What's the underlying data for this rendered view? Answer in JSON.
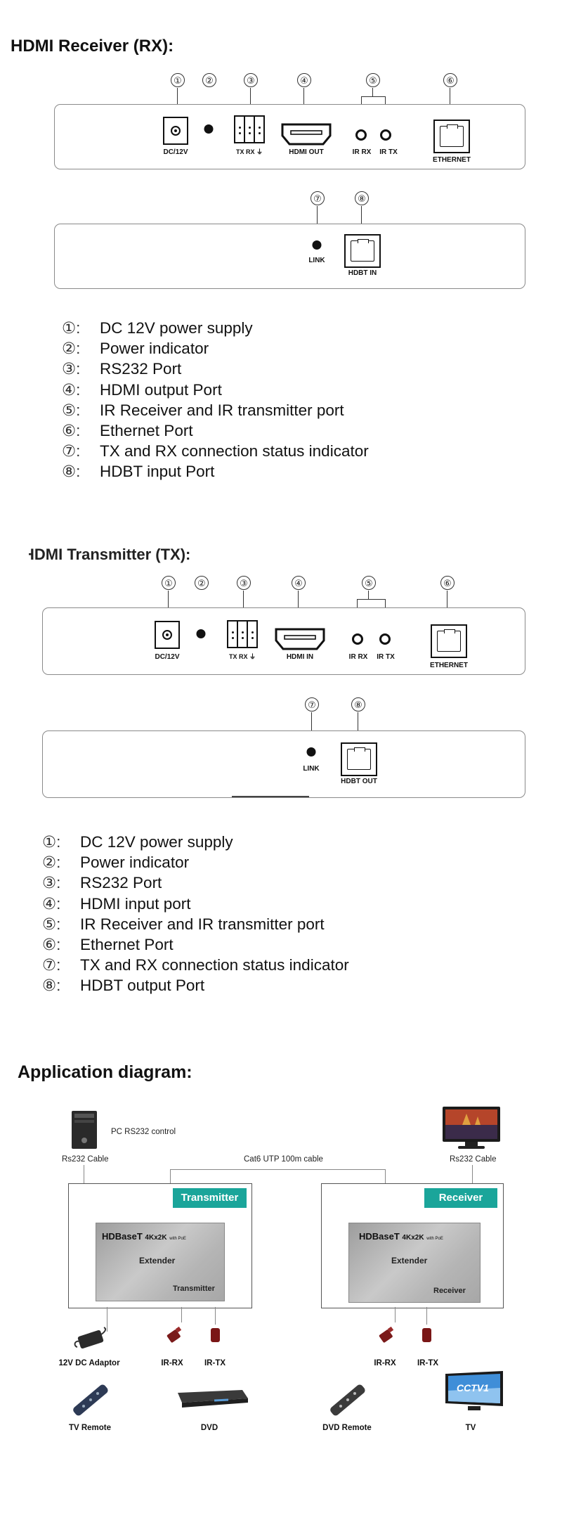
{
  "rx": {
    "title": "HDMI Receiver (RX):",
    "numbers": [
      "①",
      "②",
      "③",
      "④",
      "⑤",
      "⑥",
      "⑦",
      "⑧"
    ],
    "ports": {
      "dc": "DC/12V",
      "txrx": "TX RX ⏚",
      "hdmi": "HDMI OUT",
      "irrx": "IR RX",
      "irtx": "IR TX",
      "ethernet": "ETHERNET",
      "link": "LINK",
      "hdbt": "HDBT IN"
    },
    "legend": [
      {
        "num": "①:",
        "text": "DC 12V power supply"
      },
      {
        "num": "②:",
        "text": "Power indicator"
      },
      {
        "num": "③:",
        "text": "RS232 Port"
      },
      {
        "num": "④:",
        "text": "HDMI output Port"
      },
      {
        "num": "⑤:",
        "text": "IR Receiver and IR transmitter port"
      },
      {
        "num": "⑥:",
        "text": "Ethernet Port"
      },
      {
        "num": "⑦:",
        "text": "TX and RX connection status indicator"
      },
      {
        "num": "⑧:",
        "text": "HDBT input Port"
      }
    ]
  },
  "tx": {
    "title": "HDMI Transmitter (TX):",
    "numbers": [
      "①",
      "②",
      "③",
      "④",
      "⑤",
      "⑥",
      "⑦",
      "⑧"
    ],
    "ports": {
      "dc": "DC/12V",
      "txrx": "TX RX ⏚",
      "hdmi": "HDMI IN",
      "irrx": "IR RX",
      "irtx": "IR TX",
      "ethernet": "ETHERNET",
      "link": "LINK",
      "hdbt": "HDBT OUT"
    },
    "legend": [
      {
        "num": "①:",
        "text": "DC 12V power supply"
      },
      {
        "num": "②:",
        "text": "Power indicator"
      },
      {
        "num": "③:",
        "text": "RS232 Port"
      },
      {
        "num": "④:",
        "text": "HDMI input port"
      },
      {
        "num": "⑤:",
        "text": "IR Receiver and IR transmitter port"
      },
      {
        "num": "⑥:",
        "text": "Ethernet Port"
      },
      {
        "num": "⑦:",
        "text": "TX and RX connection status indicator"
      },
      {
        "num": "⑧:",
        "text": "HDBT output Port"
      }
    ]
  },
  "app": {
    "title": "Application diagram:",
    "pc_label": "PC RS232 control",
    "rs232_left": "Rs232 Cable",
    "rs232_right": "Rs232 Cable",
    "cable": "Cat6 UTP 100m cable",
    "transmitter": {
      "badge": "Transmitter",
      "brand": "HDBaseT",
      "model": "4Kx2K",
      "poe": "with PoE",
      "ext": "Extender",
      "name": "Transmitter"
    },
    "receiver": {
      "badge": "Receiver",
      "brand": "HDBaseT",
      "model": "4Kx2K",
      "poe": "with PoE",
      "ext": "Extender",
      "name": "Receiver"
    },
    "left_items": [
      "12V DC Adaptor",
      "IR-RX",
      "IR-TX"
    ],
    "right_items": [
      "IR-RX",
      "IR-TX"
    ],
    "bottom_left": [
      "TV Remote",
      "DVD"
    ],
    "bottom_right": [
      "DVD Remote",
      "TV"
    ],
    "tv_screen_text": "CCTV1"
  }
}
